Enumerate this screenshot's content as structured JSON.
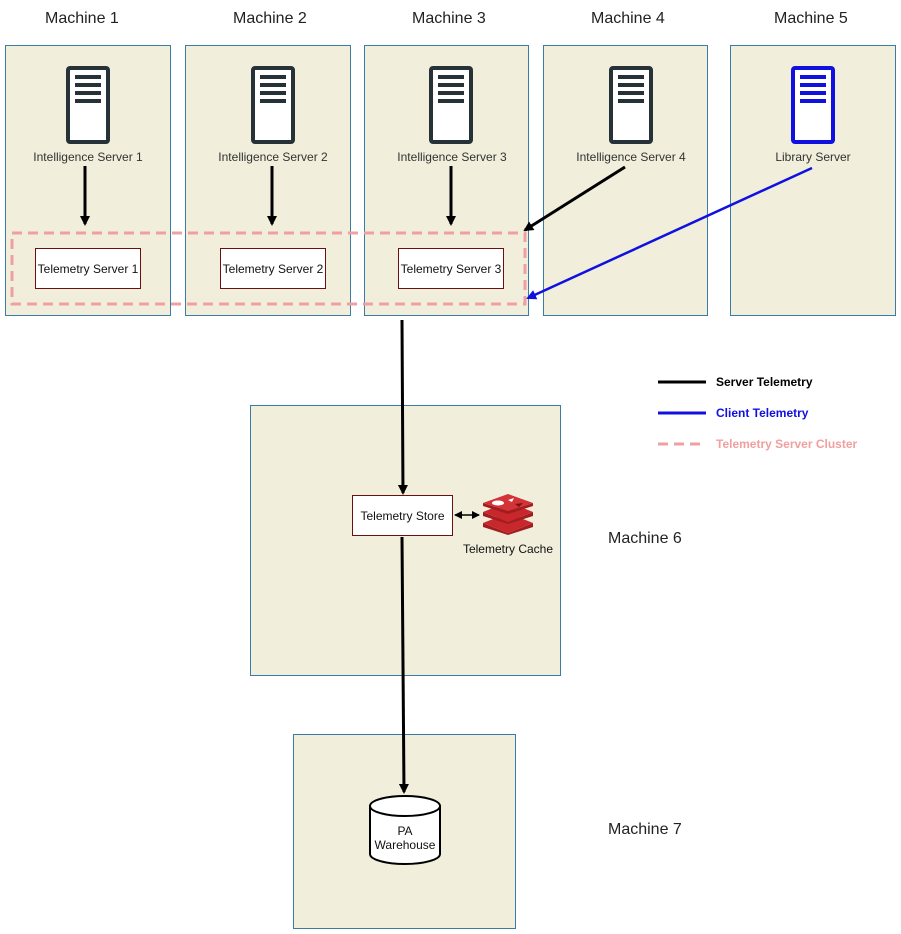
{
  "machines": {
    "m1": "Machine 1",
    "m2": "Machine 2",
    "m3": "Machine 3",
    "m4": "Machine 4",
    "m5": "Machine 5",
    "m6": "Machine 6",
    "m7": "Machine 7"
  },
  "servers": {
    "is1": "Intelligence Server 1",
    "is2": "Intelligence Server 2",
    "is3": "Intelligence Server 3",
    "is4": "Intelligence Server 4",
    "lib": "Library Server"
  },
  "telemetry_servers": {
    "ts1": "Telemetry Server 1",
    "ts2": "Telemetry Server 2",
    "ts3": "Telemetry Server 3"
  },
  "store": {
    "label": "Telemetry Store",
    "cache": "Telemetry Cache"
  },
  "warehouse": {
    "line1": "PA",
    "line2": "Warehouse"
  },
  "legend": {
    "server": "Server Telemetry",
    "client": "Client Telemetry",
    "cluster": "Telemetry Server Cluster"
  },
  "colors": {
    "box_fill": "#f1eedb",
    "box_border": "#3a7ca5",
    "server_arrow": "#000000",
    "client_arrow": "#1010e0",
    "cluster": "#f0a0a0",
    "cache_red": "#c8282c"
  },
  "icons": {
    "server": "server-rack-icon",
    "cache": "redis-stack-icon",
    "warehouse": "database-cylinder-icon"
  }
}
